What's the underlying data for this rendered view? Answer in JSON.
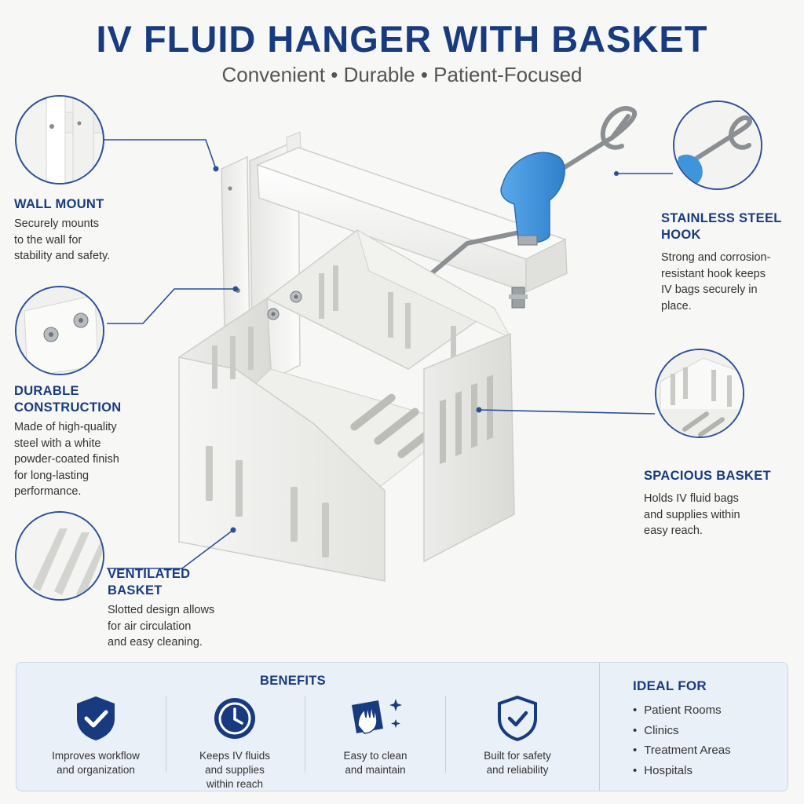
{
  "header": {
    "title": "IV FLUID HANGER WITH BASKET",
    "subtitle": "Convenient • Durable • Patient-Focused"
  },
  "colors": {
    "brand_navy": "#183b80",
    "hook_grip_blue": "#3f95dc",
    "steel": "#8c8f92",
    "powder_white": "#f4f4f2"
  },
  "features": {
    "wall_mount": {
      "title": "WALL MOUNT",
      "lines": [
        "Securely mounts",
        "to the wall for",
        "stability and safety."
      ]
    },
    "durable": {
      "title_lines": [
        "DURABLE",
        "CONSTRUCTION"
      ],
      "lines": [
        "Made of high-quality",
        "steel with a white",
        "powder-coated finish",
        "for long-lasting",
        "performance."
      ]
    },
    "ventilated": {
      "title_lines": [
        "VENTILATED",
        "BASKET"
      ],
      "lines": [
        "Slotted design allows",
        "for air circulation",
        "and easy cleaning."
      ]
    },
    "hook": {
      "title_lines": [
        "STAINLESS STEEL",
        "HOOK"
      ],
      "lines": [
        "Strong and corrosion-",
        "resistant hook keeps",
        "IV bags securely in",
        "place."
      ]
    },
    "spacious": {
      "title": "SPACIOUS BASKET",
      "lines": [
        "Holds IV fluid bags",
        "and supplies within",
        "easy reach."
      ]
    }
  },
  "benefits": {
    "title": "BENEFITS",
    "items": [
      {
        "icon": "shield-check-icon",
        "lines": [
          "Improves workflow",
          "and organization"
        ]
      },
      {
        "icon": "clock-icon",
        "lines": [
          "Keeps IV fluids",
          "and supplies",
          "within reach"
        ]
      },
      {
        "icon": "cleaning-hand-icon",
        "lines": [
          "Easy to clean",
          "and maintain"
        ]
      },
      {
        "icon": "shield-check-outline-icon",
        "lines": [
          "Built for safety",
          "and reliability"
        ]
      }
    ]
  },
  "ideal_for": {
    "title": "IDEAL FOR",
    "items": [
      "Patient Rooms",
      "Clinics",
      "Treatment Areas",
      "Hospitals"
    ]
  }
}
